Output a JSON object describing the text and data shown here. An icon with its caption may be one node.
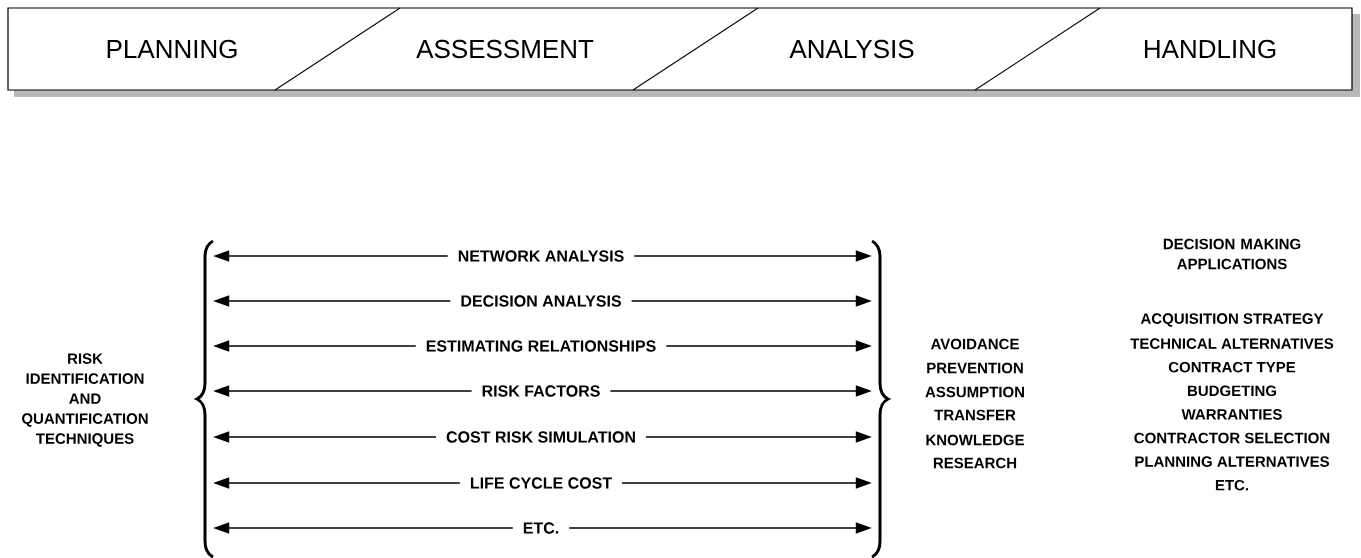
{
  "diagram": {
    "nodes": [
      {
        "text": [
          "PLANNING"
        ]
      },
      {
        "text": [
          "ASSESSMENT"
        ]
      },
      {
        "text": [
          "ANALYSIS"
        ]
      },
      {
        "text": [
          "HANDLING"
        ]
      },
      {
        "text": [],
        "shape": "brace"
      },
      {
        "text": [],
        "shape": "brace"
      }
    ],
    "edges": [
      {
        "from": 4,
        "to": 5,
        "arrow": "both",
        "label": "NETWORK ANALYSIS"
      },
      {
        "from": 4,
        "to": 5,
        "arrow": "both",
        "label": "DECISION ANALYSIS"
      },
      {
        "from": 4,
        "to": 5,
        "arrow": "both",
        "label": "ESTIMATING RELATIONSHIPS"
      },
      {
        "from": 4,
        "to": 5,
        "arrow": "both",
        "label": "RISK FACTORS"
      },
      {
        "from": 4,
        "to": 5,
        "arrow": "both",
        "label": "COST RISK SIMULATION"
      },
      {
        "from": 4,
        "to": 5,
        "arrow": "both",
        "label": "LIFE CYCLE COST"
      },
      {
        "from": 4,
        "to": 5,
        "arrow": "both",
        "label": "ETC."
      }
    ],
    "labels": [
      "RISK IDENTIFICATION AND QUANTIFICATION TECHNIQUES",
      "AVOIDANCE",
      "PREVENTION",
      "ASSUMPTION",
      "TRANSFER",
      "KNOWLEDGE",
      "RESEARCH",
      "DECISION MAKING APPLICATIONS",
      "ACQUISITION STRATEGY",
      "TECHNICAL ALTERNATIVES",
      "CONTRACT TYPE",
      "BUDGETING",
      "WARRANTIES",
      "CONTRACTOR SELECTION",
      "PLANNING ALTERNATIVES",
      "ETC."
    ]
  }
}
